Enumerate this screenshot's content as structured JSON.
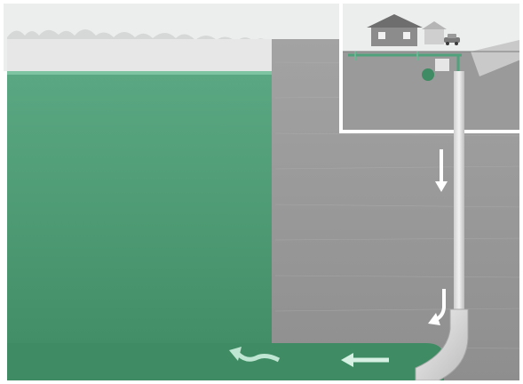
{
  "diagram": {
    "colors": {
      "water": "#4a9a72",
      "water_light": "#7fc4a2",
      "rock": "#9c9c9c",
      "rock_dark": "#8a8a8a",
      "sky": "#eceeed",
      "well_pipe": "#e0e0e0",
      "arrow": "#ffffff",
      "arrow_flow": "#bfe6d2",
      "inset_frame": "#ffffff"
    },
    "components": [
      {
        "id": "house",
        "icon": "house-icon"
      },
      {
        "id": "car",
        "icon": "car-icon"
      },
      {
        "id": "pump",
        "icon": "pump-icon"
      },
      {
        "id": "well-shaft",
        "icon": "pipe"
      },
      {
        "id": "aquifer",
        "icon": "water-body"
      }
    ],
    "arrows": [
      "down",
      "down-left",
      "left",
      "left-wavy"
    ]
  }
}
